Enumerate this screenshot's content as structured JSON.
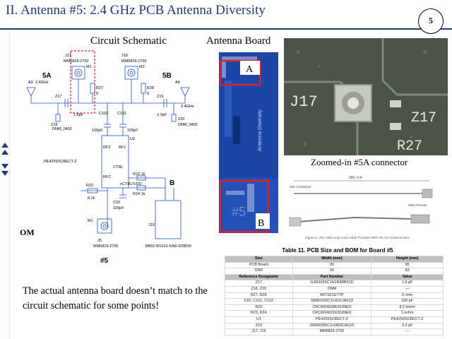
{
  "header": {
    "title": "II.   Antenna #5: 2.4 GHz PCB Antenna Diversity",
    "page_number": "5"
  },
  "side_label": "OM",
  "headings": {
    "circuit": "Circuit Schematic",
    "board": "Antenna Board",
    "zoom_caption": "Zoomed-in #5A connector"
  },
  "schematic": {
    "label_5a": "5A",
    "label_5b": "5B",
    "label_b": "B",
    "label_5": "#5",
    "ant_left_ref": "A3",
    "ant_left_val": "2.4GHz",
    "ant_right_ref": "A4",
    "ant_right_val": "2.4GHz",
    "j17_ref": "J17",
    "j17_val": "MM5829-2700",
    "j18_ref": "J18",
    "j18_val": "MM5829-2700",
    "m1": "M1",
    "m2": "M2",
    "r27": "R27",
    "r28": "R28",
    "zero_a": "0",
    "zero_b": "0",
    "z17": "Z17",
    "z17_val": "1.8pF",
    "z19": "Z19",
    "z19_val": "3.3pF",
    "c102": "C102",
    "c101": "C101",
    "c102_val": "100pF",
    "c101_val": "100pF",
    "z18": "Z18",
    "z18_val": "DNM_0402",
    "z20": "Z20",
    "z20_val": "DNM_0402",
    "u1": "U1",
    "u1_val": "PE4259SCBECT-Z",
    "rf2": "RF2",
    "rf1": "RF1",
    "rfc": "RFC",
    "ctrl": "CTRL",
    "ctrl_vdd": "nCTRL/VDD",
    "r22": "R22",
    "r22_val": "8.2k",
    "r23": "R23 1k",
    "r24": "R24 1k",
    "c92": "C92",
    "c92_val": "100pF",
    "j19": "J19",
    "j19_val": "BB02-BS101-KA8-025B00",
    "j5": "J5",
    "j5_val": "MM5829-2700"
  },
  "board_photo": {
    "label_a": "A",
    "label_b": "B",
    "pcb_text": "Antenna Diversity",
    "pcb_num": "#5"
  },
  "zoom_photo": {
    "j17": "J17",
    "z17": "Z17",
    "r27": "R27"
  },
  "cable_fig": {
    "dim": "300 +/-4",
    "label_1": "JSC Connector",
    "label_2": "SMA-Female",
    "caption": "Figure 6. JSC-SMA Low-Cost Cable Provided With the CC-Antenna-DK2"
  },
  "bom": {
    "title": "Table 11. PCB Size and BOM for Board #5",
    "rows": [
      {
        "c1": "Size",
        "c2": "Width (mm)",
        "c3": "Height (mm)",
        "head": true
      },
      {
        "c1": "PCB Board",
        "c2": "30",
        "c3": "95"
      },
      {
        "c1": "GND",
        "c2": "26",
        "c3": "83"
      },
      {
        "c1": "Reference Designator",
        "c2": "Part Number",
        "c3": "Value",
        "head": true
      },
      {
        "c1": "Z17",
        "c2": "GJM1555C1H1R8BB01D",
        "c3": "1.8 pF"
      },
      {
        "c1": "Z18, Z20",
        "c2": "DNM",
        "c3": "—"
      },
      {
        "c1": "R27, R28",
        "c2": "RK73Z1ETTP",
        "c3": "0 ohm"
      },
      {
        "c1": "C92, C101, C102",
        "c2": "GRM1555C1H101JA01D",
        "c3": "100 pF"
      },
      {
        "c1": "R22",
        "c2": "CRCW04028K20JNED",
        "c3": "8.2 kohm"
      },
      {
        "c1": "R23, R24",
        "c2": "CRCW04021K00JNED",
        "c3": "1 kohm"
      },
      {
        "c1": "U1",
        "c2": "PE4259SCBECT-Z",
        "c3": "PE4259SCBECT-Z"
      },
      {
        "c1": "Z19",
        "c2": "GRM1555C1H3R3CA01D",
        "c3": "3.3 pF"
      },
      {
        "c1": "J17, J19",
        "c2": "MM5829-2700",
        "c3": "—"
      }
    ]
  },
  "note": "The actual antenna board doesn’t match to the circuit schematic for some points!",
  "colors": {
    "title_blue": "#1f3a7a",
    "highlight_red": "#e02020",
    "pcb_blue": "#1c45a8",
    "schematic_blue": "#1a4fcf"
  }
}
